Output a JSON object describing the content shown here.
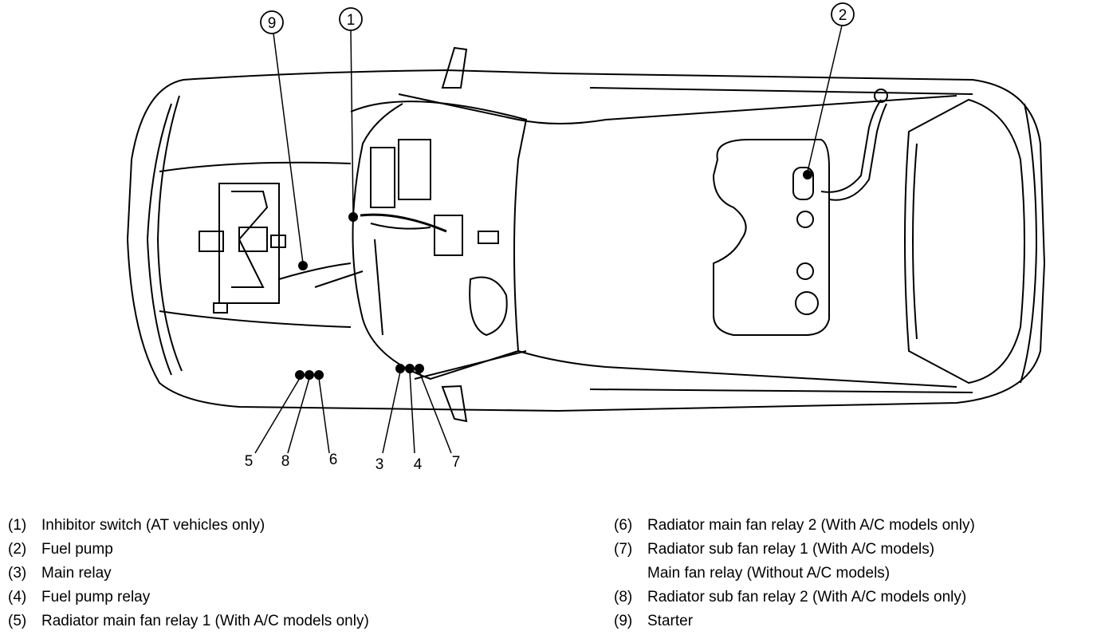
{
  "diagram": {
    "callouts_top": [
      "9",
      "1",
      "2"
    ],
    "bottom_labels": {
      "l5": "5",
      "l8": "8",
      "l6": "6",
      "l3": "3",
      "l4": "4",
      "l7": "7"
    }
  },
  "legend": {
    "left": [
      {
        "num": "(1)",
        "text": "Inhibitor switch (AT vehicles only)"
      },
      {
        "num": "(2)",
        "text": "Fuel pump"
      },
      {
        "num": "(3)",
        "text": "Main relay"
      },
      {
        "num": "(4)",
        "text": "Fuel pump relay"
      },
      {
        "num": "(5)",
        "text": "Radiator main fan relay 1 (With A/C models only)"
      }
    ],
    "right": [
      {
        "num": "(6)",
        "text": "Radiator main fan relay 2 (With A/C models only)"
      },
      {
        "num": "(7)",
        "text": "Radiator sub fan relay 1 (With A/C models)",
        "cont": "Main fan relay (Without A/C models)"
      },
      {
        "num": "(8)",
        "text": "Radiator sub fan relay 2 (With A/C models only)"
      },
      {
        "num": "(9)",
        "text": "Starter"
      }
    ]
  }
}
